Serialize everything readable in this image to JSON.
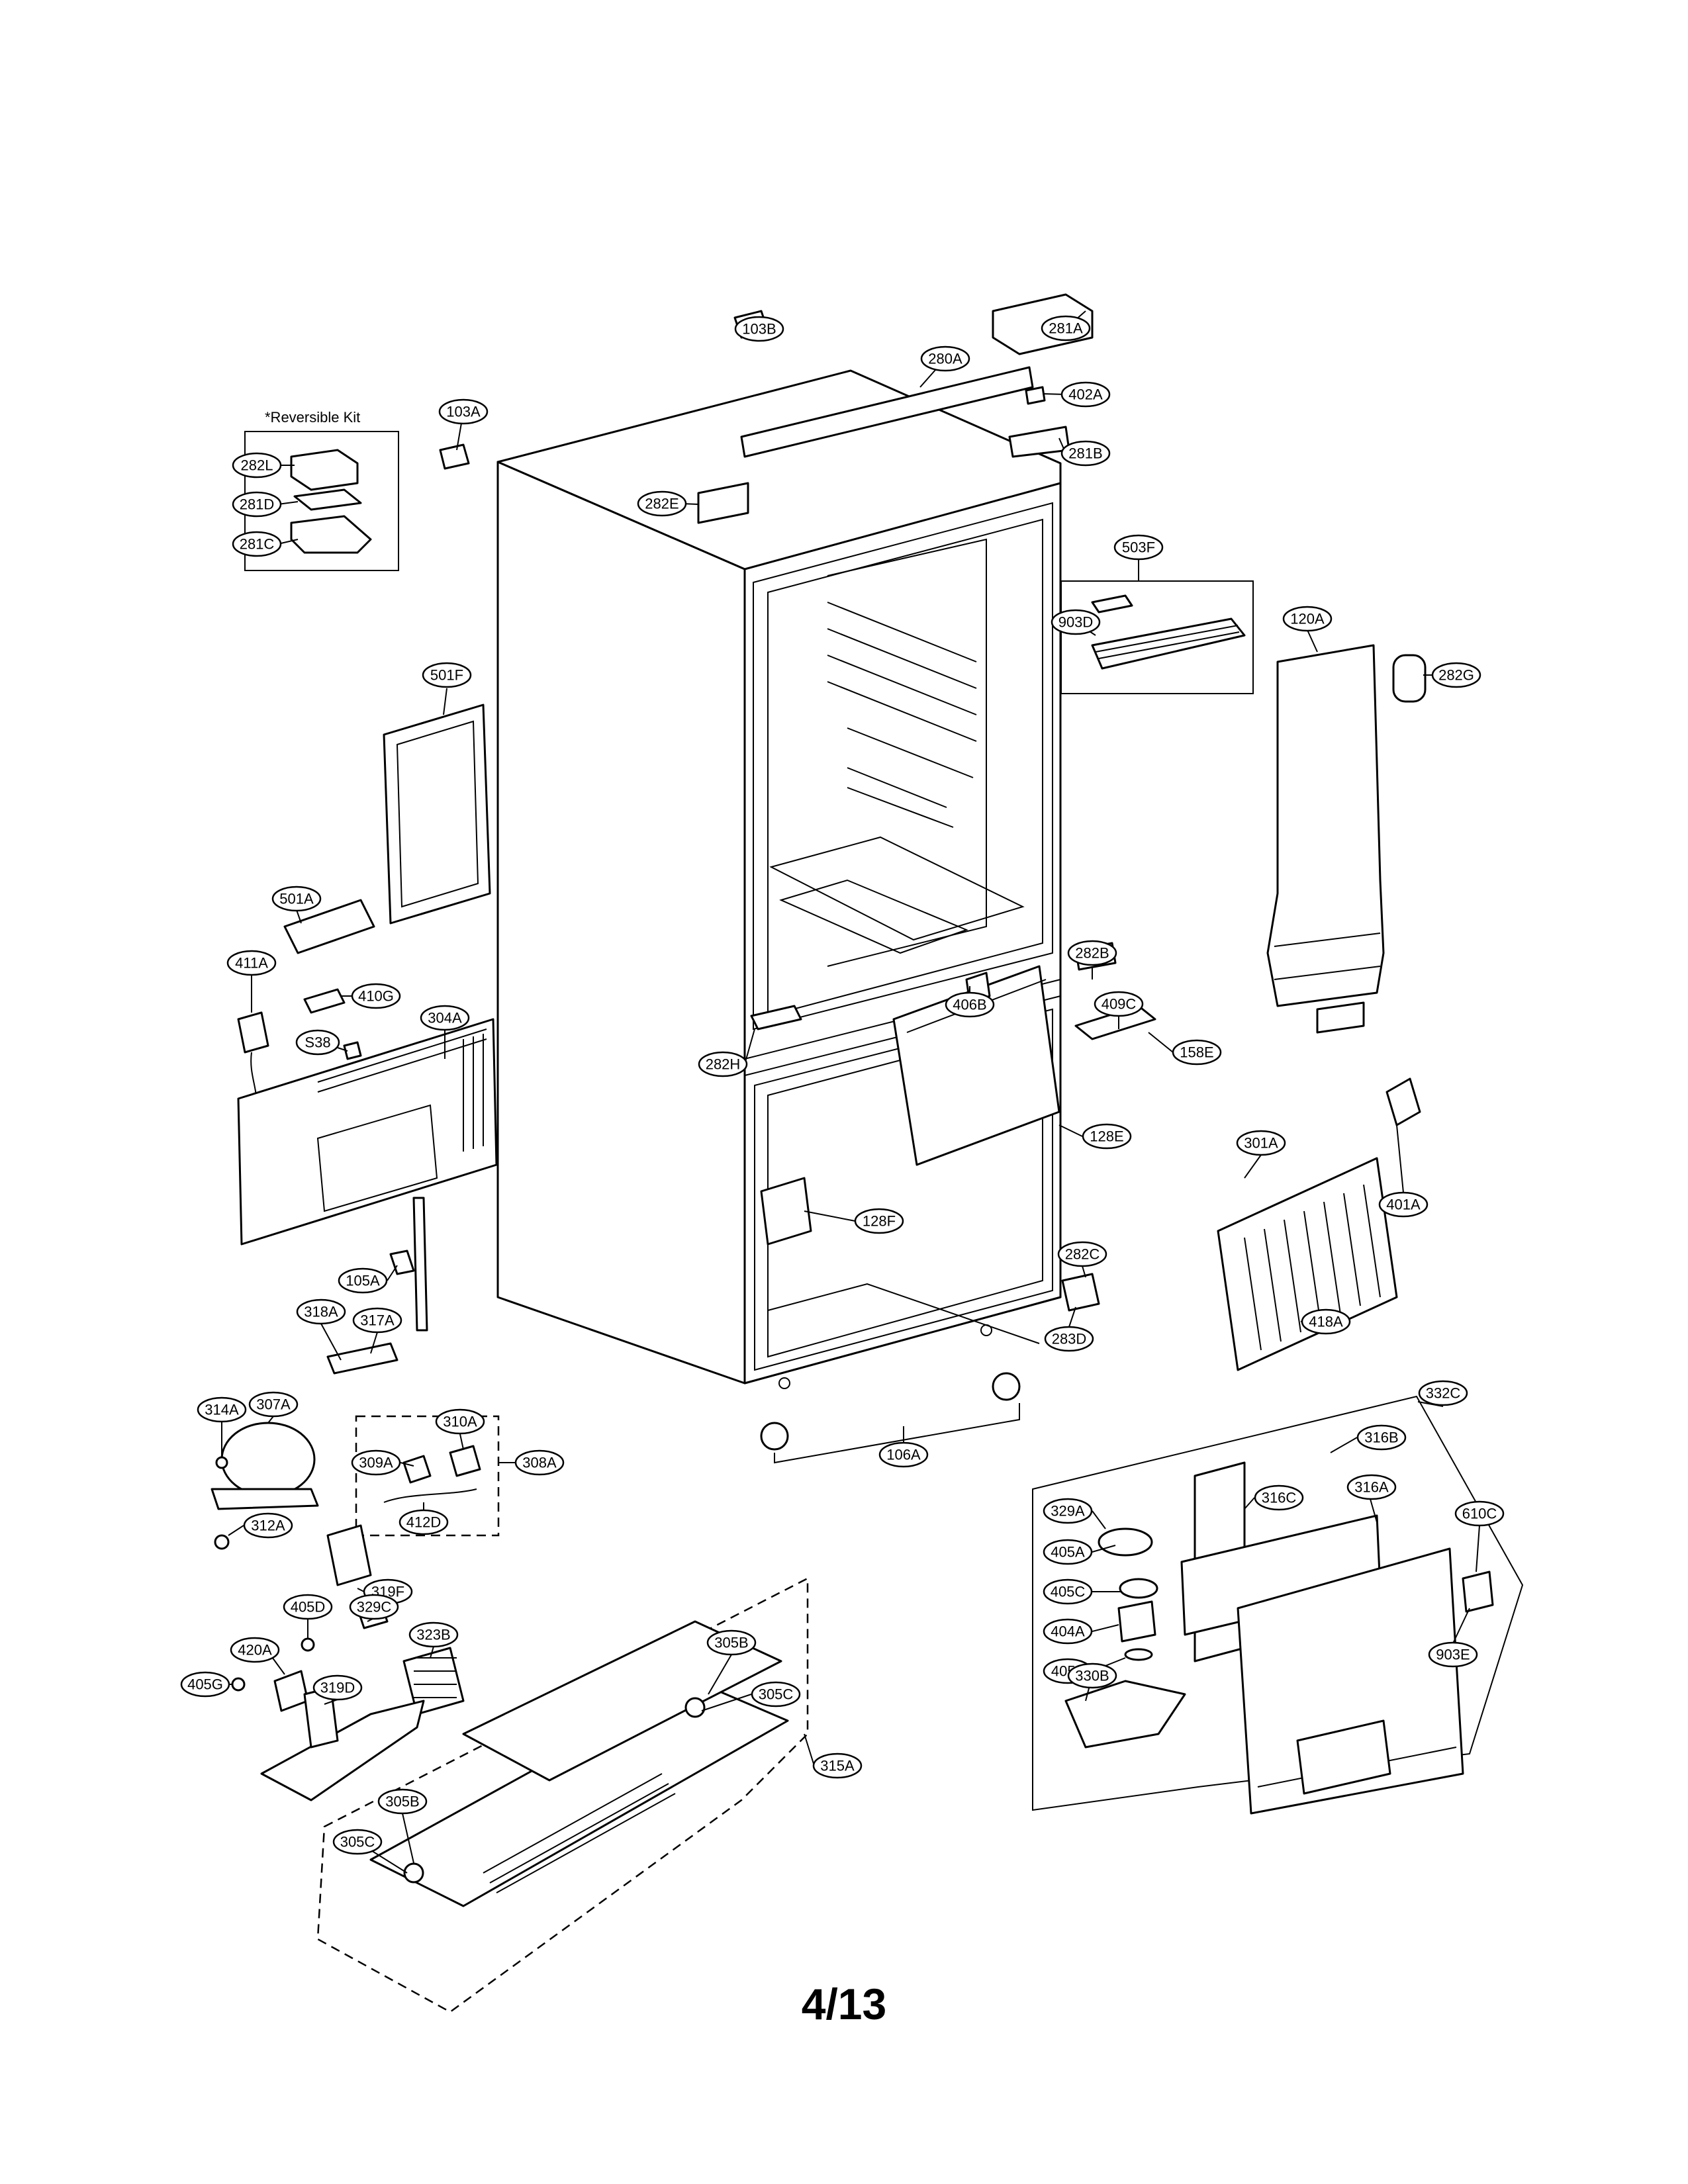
{
  "diagram": {
    "reversible_kit_label": "*Reversible Kit",
    "page_number": "4/13",
    "callouts": [
      {
        "id": "103B",
        "label": "103B"
      },
      {
        "id": "281A",
        "label": "281A"
      },
      {
        "id": "280A",
        "label": "280A"
      },
      {
        "id": "402A",
        "label": "402A"
      },
      {
        "id": "103A",
        "label": "103A"
      },
      {
        "id": "281B",
        "label": "281B"
      },
      {
        "id": "282L",
        "label": "282L"
      },
      {
        "id": "281D",
        "label": "281D"
      },
      {
        "id": "281C",
        "label": "281C"
      },
      {
        "id": "282E",
        "label": "282E"
      },
      {
        "id": "503F",
        "label": "503F"
      },
      {
        "id": "903D",
        "label": "903D"
      },
      {
        "id": "120A",
        "label": "120A"
      },
      {
        "id": "282G",
        "label": "282G"
      },
      {
        "id": "501F",
        "label": "501F"
      },
      {
        "id": "501A",
        "label": "501A"
      },
      {
        "id": "411A",
        "label": "411A"
      },
      {
        "id": "410G",
        "label": "410G"
      },
      {
        "id": "S38",
        "label": "S38"
      },
      {
        "id": "304A",
        "label": "304A"
      },
      {
        "id": "282B",
        "label": "282B"
      },
      {
        "id": "406B",
        "label": "406B"
      },
      {
        "id": "409C",
        "label": "409C"
      },
      {
        "id": "282H",
        "label": "282H"
      },
      {
        "id": "158E",
        "label": "158E"
      },
      {
        "id": "128E",
        "label": "128E"
      },
      {
        "id": "301A",
        "label": "301A"
      },
      {
        "id": "401A",
        "label": "401A"
      },
      {
        "id": "128F",
        "label": "128F"
      },
      {
        "id": "105A",
        "label": "105A"
      },
      {
        "id": "282C",
        "label": "282C"
      },
      {
        "id": "418A",
        "label": "418A"
      },
      {
        "id": "318A",
        "label": "318A"
      },
      {
        "id": "317A",
        "label": "317A"
      },
      {
        "id": "283D",
        "label": "283D"
      },
      {
        "id": "332C",
        "label": "332C"
      },
      {
        "id": "314A",
        "label": "314A"
      },
      {
        "id": "307A",
        "label": "307A"
      },
      {
        "id": "310A",
        "label": "310A"
      },
      {
        "id": "316B",
        "label": "316B"
      },
      {
        "id": "309A",
        "label": "309A"
      },
      {
        "id": "308A",
        "label": "308A"
      },
      {
        "id": "106A",
        "label": "106A"
      },
      {
        "id": "412D",
        "label": "412D"
      },
      {
        "id": "312A",
        "label": "312A"
      },
      {
        "id": "329A",
        "label": "329A"
      },
      {
        "id": "316C",
        "label": "316C"
      },
      {
        "id": "316A",
        "label": "316A"
      },
      {
        "id": "610C",
        "label": "610C"
      },
      {
        "id": "405A",
        "label": "405A"
      },
      {
        "id": "319F",
        "label": "319F"
      },
      {
        "id": "405C",
        "label": "405C"
      },
      {
        "id": "405D",
        "label": "405D"
      },
      {
        "id": "329C",
        "label": "329C"
      },
      {
        "id": "404A",
        "label": "404A"
      },
      {
        "id": "903E",
        "label": "903E"
      },
      {
        "id": "323B",
        "label": "323B"
      },
      {
        "id": "420A",
        "label": "420A"
      },
      {
        "id": "405F",
        "label": "405F"
      },
      {
        "id": "305B",
        "label": "305B"
      },
      {
        "id": "405G",
        "label": "405G"
      },
      {
        "id": "319D",
        "label": "319D"
      },
      {
        "id": "305C",
        "label": "305C"
      },
      {
        "id": "330B",
        "label": "330B"
      },
      {
        "id": "315A",
        "label": "315A"
      },
      {
        "id": "305B_2",
        "label": "305B"
      },
      {
        "id": "305C_2",
        "label": "305C"
      }
    ]
  }
}
